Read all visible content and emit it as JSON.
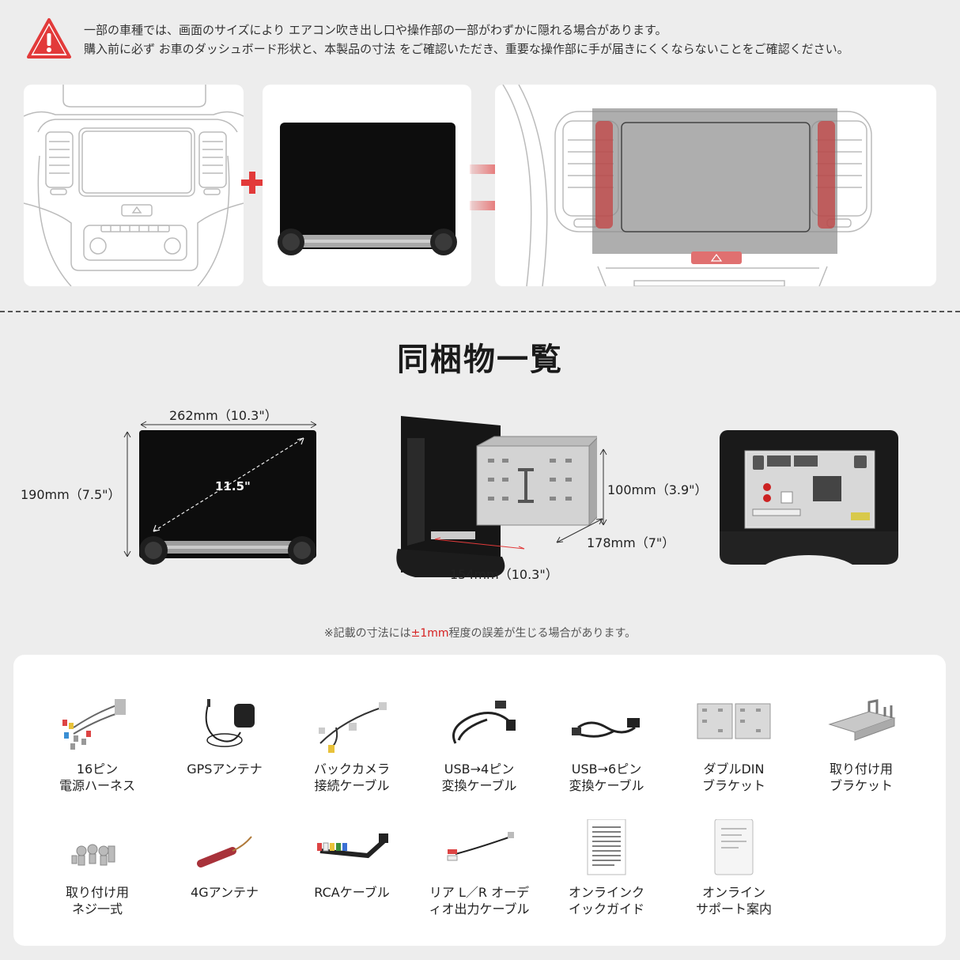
{
  "warning": {
    "icon": "warning-triangle-icon",
    "line1": "一部の車種では、画面のサイズにより エアコン吹き出し口や操作部の一部がわずかに隠れる場合があります。",
    "line2": "購入前に必ず お車のダッシュボード形状と、本製品の寸法 をご確認いただき、重要な操作部に手が届きにくくならないことをご確認ください。"
  },
  "section_title": "同梱物一覧",
  "dimensions": {
    "width": "262mm（10.3\"）",
    "height": "190mm（7.5\"）",
    "diagonal": "11.5\"",
    "frame_height": "100mm（3.9\"）",
    "frame_depth": "178mm（7\"）",
    "frame_width": "154mm（10.3\"）"
  },
  "note": {
    "prefix": "※記載の寸法には",
    "highlight": "±1mm",
    "suffix": "程度の誤差が生じる場合があります。"
  },
  "items": [
    {
      "line1": "16ピン",
      "line2": "電源ハーネス"
    },
    {
      "line1": "GPSアンテナ",
      "line2": ""
    },
    {
      "line1": "バックカメラ",
      "line2": "接続ケーブル"
    },
    {
      "line1": "USB→4ピン",
      "line2": "変換ケーブル"
    },
    {
      "line1": "USB→6ピン",
      "line2": "変換ケーブル"
    },
    {
      "line1": "ダブルDIN",
      "line2": "ブラケット"
    },
    {
      "line1": "取り付け用",
      "line2": "ブラケット"
    },
    {
      "line1": "取り付け用",
      "line2": "ネジ一式"
    },
    {
      "line1": "4Gアンテナ",
      "line2": ""
    },
    {
      "line1": "RCAケーブル",
      "line2": ""
    },
    {
      "line1": "リア L／R オーデ",
      "line2": "ィオ出力ケーブル"
    },
    {
      "line1": "オンラインク",
      "line2": "イックガイド"
    },
    {
      "line1": "オンライン",
      "line2": "サポート案内"
    }
  ],
  "colors": {
    "accent_red": "#e23a3a",
    "background": "#ededed"
  }
}
